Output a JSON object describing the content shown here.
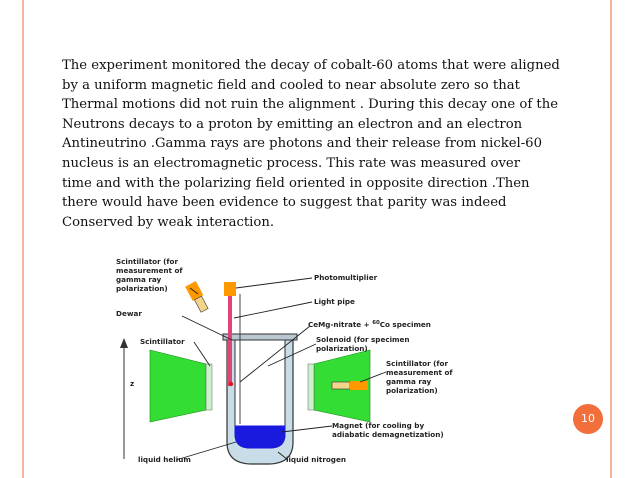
{
  "slide": {
    "paragraph_lines": [
      "The experiment monitored the decay of cobalt-60 atoms that were aligned",
      "by a uniform magnetic field and cooled to near absolute zero so that",
      "Thermal motions did not ruin the alignment . During this decay one of the",
      "Neutrons decays to a proton by emitting an electron and an electron",
      "Antineutrino .Gamma rays are photons and their release from nickel-60",
      "nucleus is an electromagnetic process. This rate was measured over",
      "time and with the polarizing field oriented in opposite direction .Then",
      "there would have been evidence to suggest that parity was indeed",
      "Conserved by weak interaction."
    ],
    "page_number": "10"
  },
  "diagram": {
    "labels": {
      "scint_top": [
        "Scintillator (for",
        "measurement of",
        "gamma ray",
        "polarization)"
      ],
      "dewar": "Dewar",
      "scintillator": "Scintillator",
      "photomultiplier": "Photomultiplier",
      "light_pipe": "Light pipe",
      "specimen_pre": "CeMg-nitrate + ",
      "specimen_sup": "60",
      "specimen_post": "Co specimen",
      "solenoid": [
        "Solenoid (for specimen",
        "polarization)"
      ],
      "scint_right": [
        "Scintillator (for",
        "measurement of",
        "gamma ray",
        "polarization)"
      ],
      "magnet": [
        "Magnet (for cooling by",
        "adiabatic demagnetization)"
      ],
      "liquid_helium": "liquid helium",
      "liquid_nitrogen": "liquid nitrogen",
      "axis_z": "z"
    },
    "colors": {
      "magnet_green": "#33dd33",
      "scint_orange": "#ff9900",
      "helium_blue": "#1a1adf",
      "dewar_fill": "#c8dde8",
      "light_pipe": "#e0457a"
    }
  }
}
